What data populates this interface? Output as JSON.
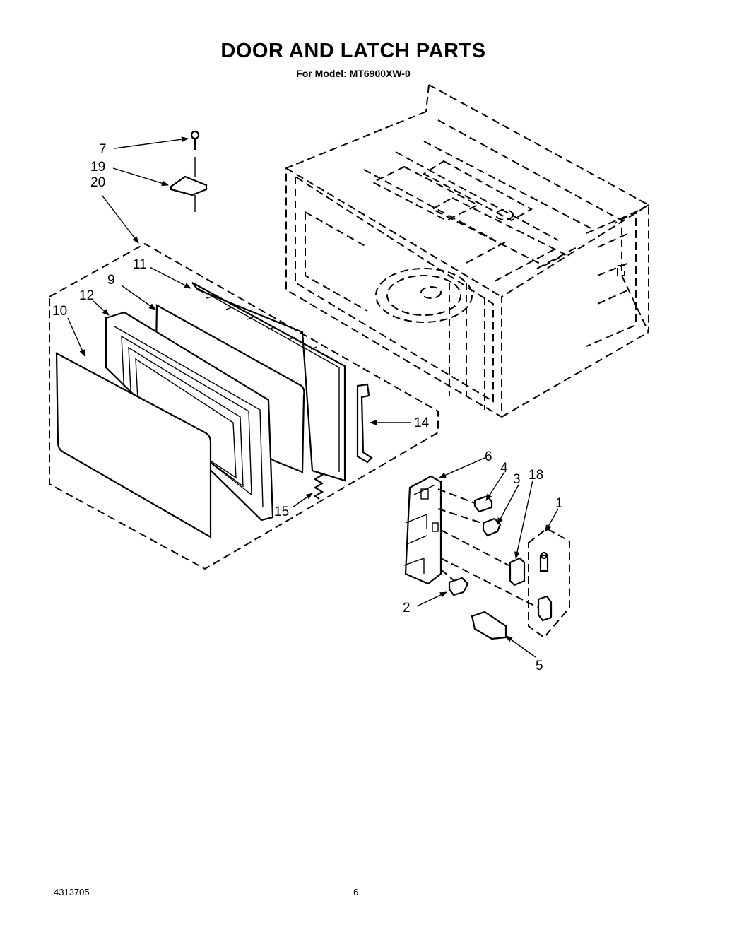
{
  "header": {
    "title": "DOOR AND LATCH PARTS",
    "subtitle": "For Model: MT6900XW-0"
  },
  "callouts": {
    "p1": "1",
    "p2": "2",
    "p3": "3",
    "p4": "4",
    "p5": "5",
    "p6": "6",
    "p7": "7",
    "p9": "9",
    "p10": "10",
    "p11": "11",
    "p12": "12",
    "p14": "14",
    "p15": "15",
    "p18": "18",
    "p19": "19",
    "p20": "20"
  },
  "footer": {
    "doc_number": "4313705",
    "page_number": "6"
  }
}
